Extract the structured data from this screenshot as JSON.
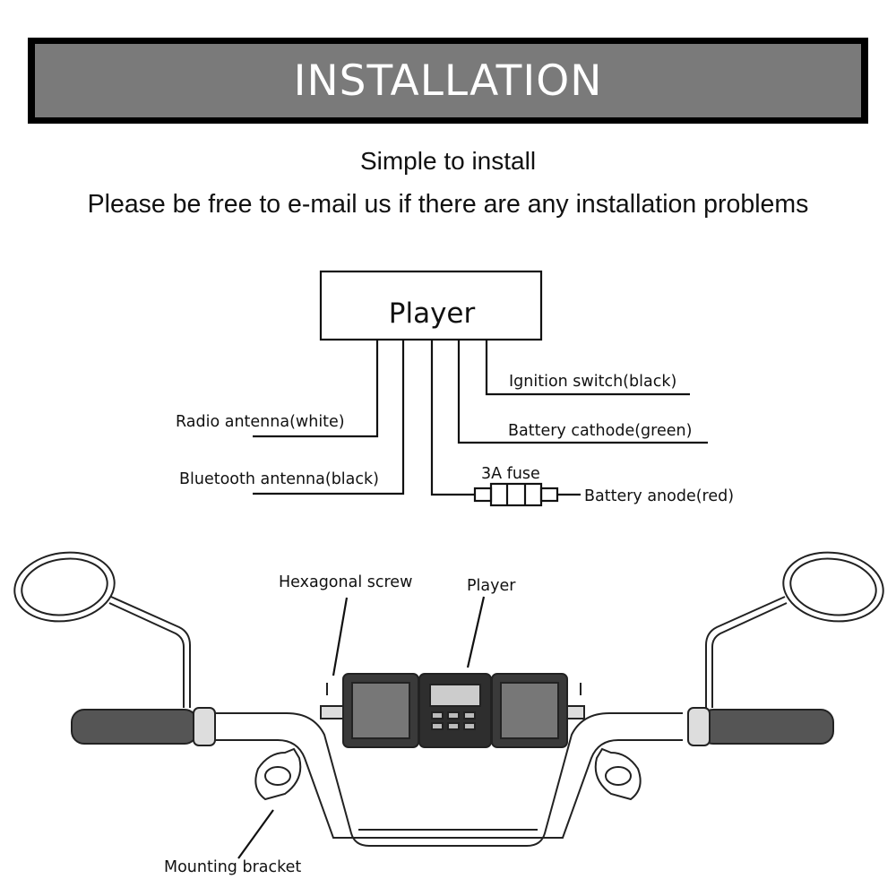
{
  "header": {
    "title": "INSTALLATION"
  },
  "intro": {
    "line1": "Simple to install",
    "line2": "Please be free to e-mail us if there are any installation problems"
  },
  "wiring": {
    "player_box": "Player",
    "wires": {
      "ignition": "Ignition switch(black)",
      "radio": "Radio antenna(white)",
      "battery_cathode": "Battery cathode(green)",
      "bluetooth": "Bluetooth antenna(black)",
      "fuse": "3A fuse",
      "battery_anode": "Battery anode(red)"
    }
  },
  "handlebar": {
    "hex_screw": "Hexagonal screw",
    "player": "Player",
    "mounting_bracket": "Mounting bracket"
  },
  "colors": {
    "banner_fill": "#7a7a7a",
    "banner_border": "#000000"
  }
}
